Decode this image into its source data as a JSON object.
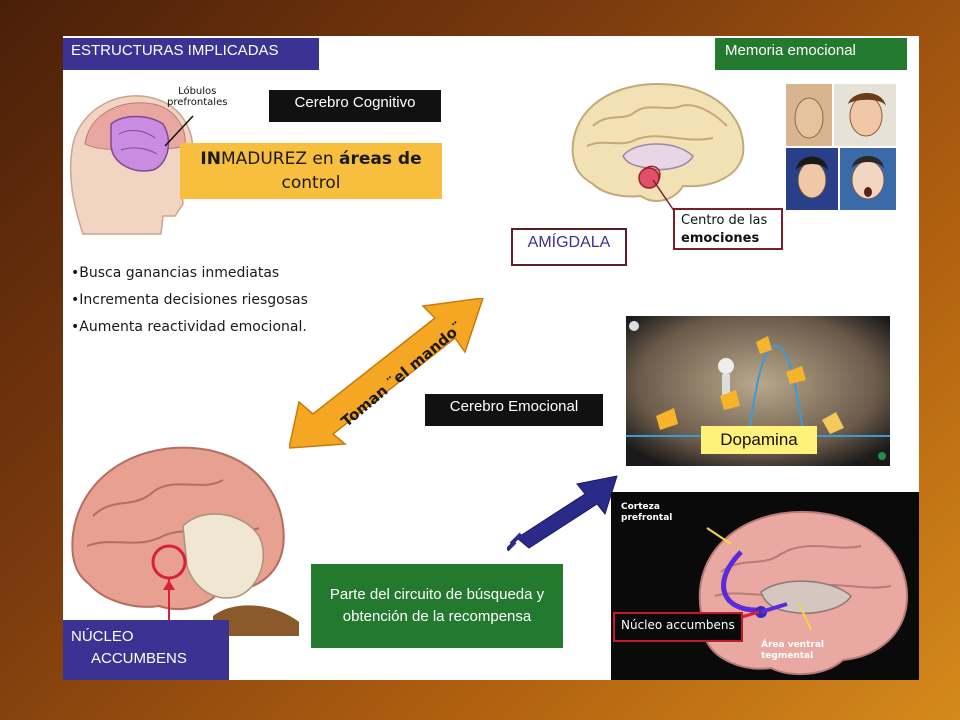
{
  "labels": {
    "estructuras": "ESTRUCTURAS IMPLICADAS",
    "memoria": "Memoria emocional",
    "cerebro_cognitivo": "Cerebro Cognitivo",
    "lobulos_line1": "Lóbulos",
    "lobulos_line2": "prefrontales",
    "inmadurez_bold1": "IN",
    "inmadurez_normal": "MADUREZ en ",
    "inmadurez_bold2": "áreas de",
    "inmadurez_line2": "control",
    "amigdala": "AMÍGDALA",
    "centro_line1": "Centro de las",
    "centro_line2": "emociones",
    "cerebro_emocional": "Cerebro Emocional",
    "toman": "Toman ¨el mando¨",
    "dopamina": "Dopamina",
    "parte": "Parte del circuito de búsqueda y obtención de la recompensa",
    "nucleo_line1": "NÚCLEO",
    "nucleo_line2": "ACCUMBENS",
    "corteza_line1": "Corteza",
    "corteza_line2": "prefrontal",
    "nucleo_accumbens": "Núcleo accumbens",
    "area_line1": "Área ventral",
    "area_line2": "tegmental"
  },
  "bullets": [
    "•Busca ganancias inmediatas",
    "•Incrementa decisiones riesgosas",
    "•Aumenta reactividad emocional."
  ],
  "colors": {
    "blue_label": "#3a3393",
    "green_label": "#237a2f",
    "yellow_box": "#f8bf3e",
    "arrow_orange": "#f5a623",
    "arrow_navy": "#2a2a8a",
    "brain_pink": "#e8a090"
  }
}
